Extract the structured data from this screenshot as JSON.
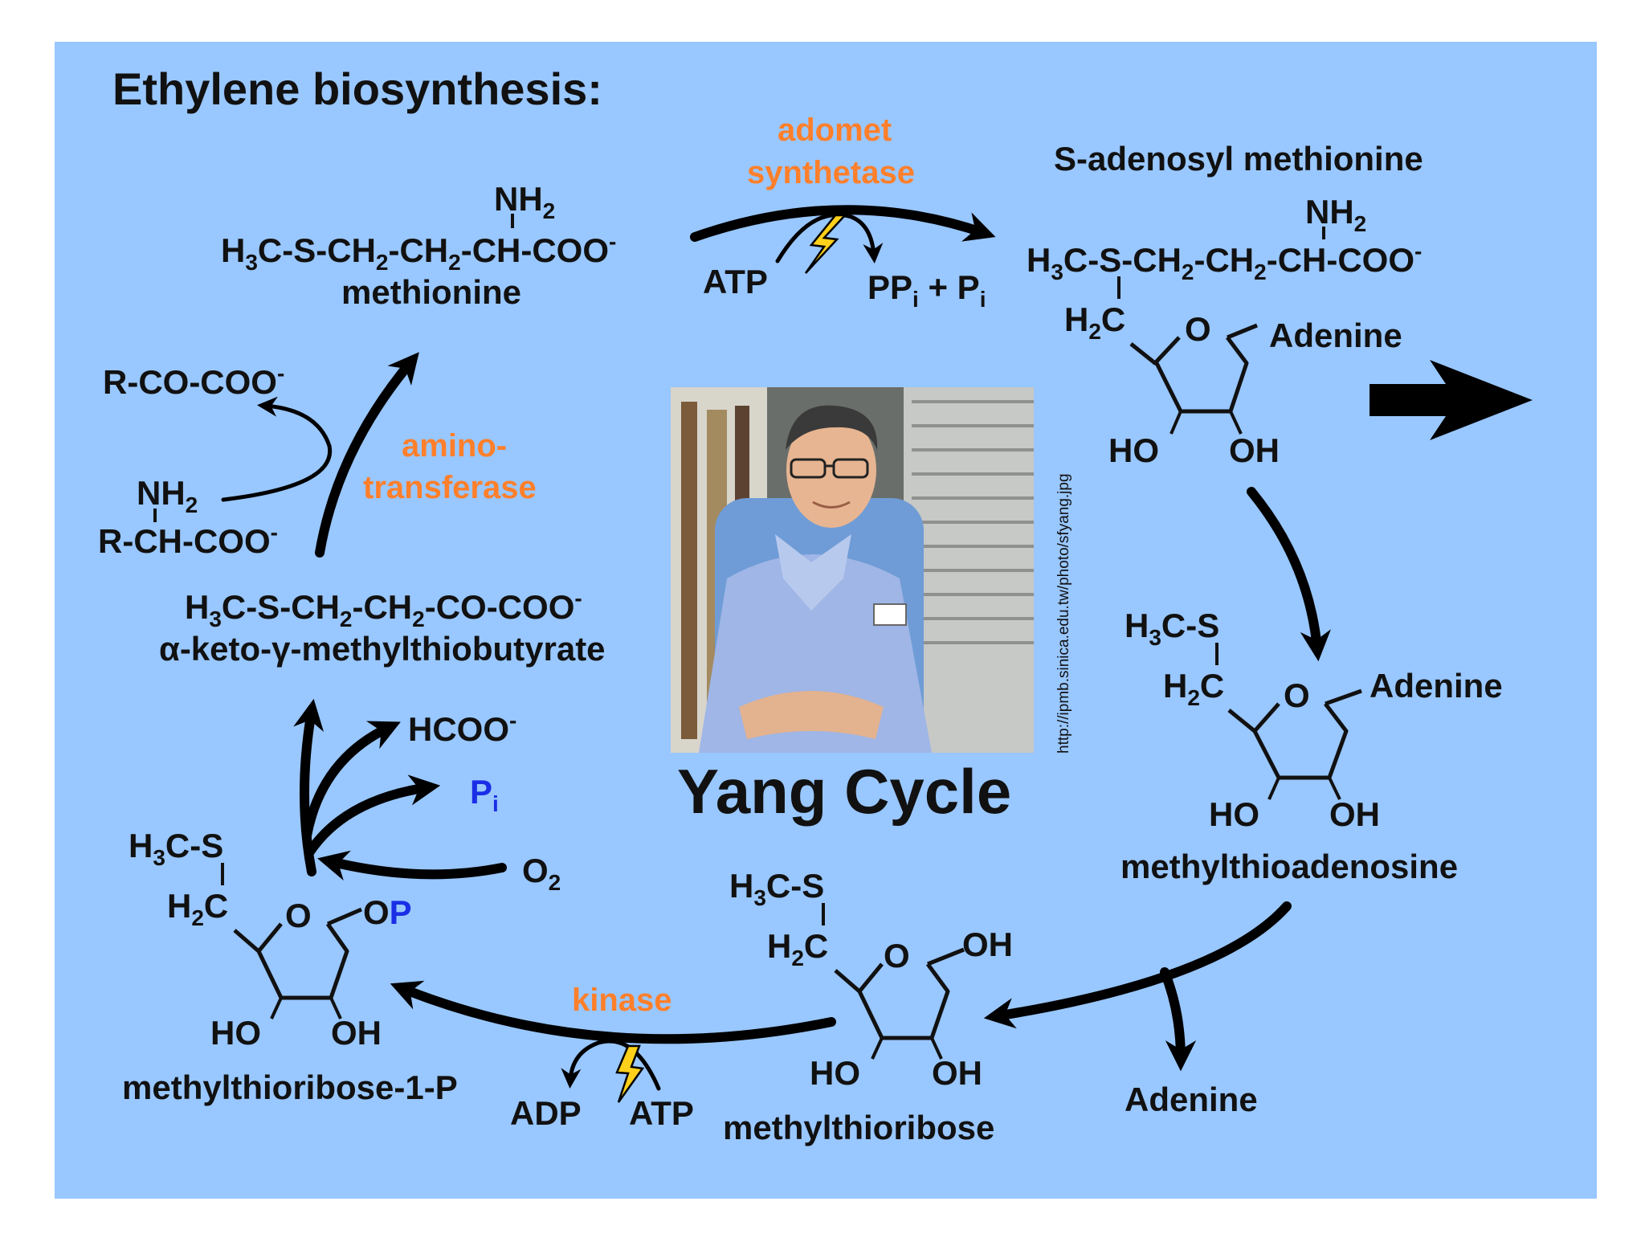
{
  "title": "Ethylene biosynthesis:",
  "cycle_name": "Yang Cycle",
  "photo_credit": "http://ipmb.sinica.edu.tw/photo/sfyang.jpg",
  "colors": {
    "background": "#99c7ff",
    "enzyme": "#ff7f2a",
    "phosphate": "#1a2ee6",
    "ink": "#111111"
  },
  "methionine": {
    "nh2": "NH2",
    "formula": "H3C-S-CH2-CH2-CH-COO-",
    "name": "methionine"
  },
  "adomet_synthetase": {
    "enzyme_line1": "adomet",
    "enzyme_line2": "synthetase",
    "atp": "ATP",
    "products": "PPi + Pi"
  },
  "sam": {
    "name": "S-adenosyl methionine",
    "nh2": "NH2",
    "formula": "H3C-S-CH2-CH2-CH-COO-",
    "h2c": "H2C",
    "o": "O",
    "adenine": "Adenine",
    "ho": "HO",
    "oh": "OH"
  },
  "mta": {
    "h3cs": "H3C-S",
    "h2c": "H2C",
    "o": "O",
    "adenine": "Adenine",
    "ho": "HO",
    "oh": "OH",
    "name": "methylthioadenosine"
  },
  "adenine_release": "Adenine",
  "mtr": {
    "h3cs": "H3C-S",
    "h2c": "H2C",
    "o": "O",
    "oh_top": "OH",
    "ho": "HO",
    "oh": "OH",
    "name": "methylthioribose"
  },
  "kinase": {
    "enzyme": "kinase",
    "adp": "ADP",
    "atp": "ATP"
  },
  "mtr1p": {
    "h3cs": "H3C-S",
    "h2c": "H2C",
    "o": "O",
    "op_o": "O",
    "op_p": "P",
    "ho": "HO",
    "oh": "OH",
    "name": "methylthioribose-1-P"
  },
  "oxidation": {
    "o2": "O2",
    "hcoo": "HCOO-",
    "pi": "Pi"
  },
  "kmtb": {
    "formula": "H3C-S-CH2-CH2-CO-COO-",
    "name": "α-keto-γ-methylthiobutyrate"
  },
  "aminotransferase": {
    "enzyme_line1": "amino-",
    "enzyme_line2": "transferase",
    "keto_acid": "R-CO-COO-",
    "amino_nh2": "NH2",
    "amino_acid": "R-CH-COO-"
  }
}
